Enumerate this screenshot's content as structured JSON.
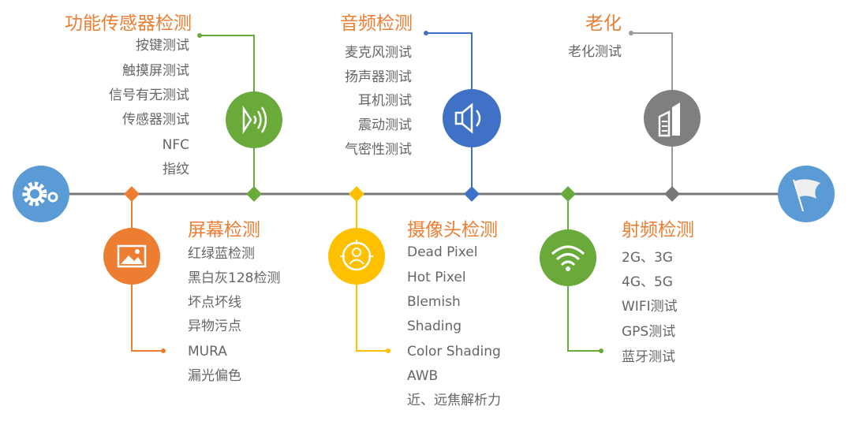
{
  "colors": {
    "orange": "#ed7d31",
    "green": "#6aaa3a",
    "blue": "#3f72c6",
    "yellow": "#ffc000",
    "gray": "#7f7f7f",
    "light_blue": "#5b9bd5",
    "line": "#777777"
  },
  "groups": {
    "sensor": {
      "title": "功能传感器检测",
      "items": [
        "按键测试",
        "触摸屏测试",
        "信号有无测试",
        "传感器测试",
        "NFC",
        "指纹"
      ]
    },
    "audio": {
      "title": "音频检测",
      "items": [
        "麦克风测试",
        "扬声器测试",
        "耳机测试",
        "震动测试",
        "气密性测试"
      ]
    },
    "aging": {
      "title": "老化",
      "items": [
        "老化测试"
      ]
    },
    "screen": {
      "title": "屏幕检测",
      "items": [
        "红绿蓝检测",
        "黑白灰128检测",
        "坏点坏线",
        "异物污点",
        "MURA",
        "漏光偏色"
      ]
    },
    "camera": {
      "title": "摄像头检测",
      "items": [
        "Dead Pixel",
        "Hot Pixel",
        "Blemish",
        "Shading",
        "Color Shading",
        "AWB",
        "近、远焦解析力"
      ]
    },
    "rf": {
      "title": "射频检测",
      "items": [
        "2G、3G",
        "4G、5G",
        "WIFI测试",
        "GPS测试",
        "蓝牙测试"
      ]
    }
  }
}
